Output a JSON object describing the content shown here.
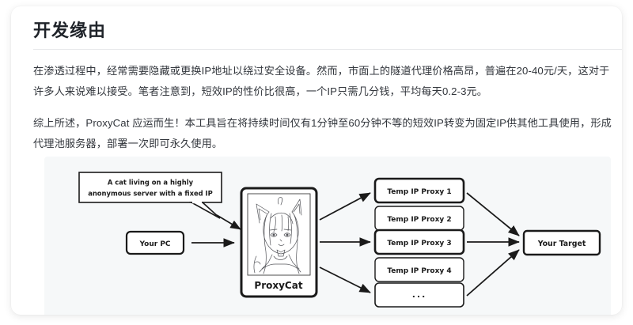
{
  "article": {
    "title": "开发缘由",
    "paragraphs": [
      "在渗透过程中，经常需要隐藏或更换IP地址以绕过安全设备。然而，市面上的隧道代理价格高昂，普遍在20-40元/天，这对于许多人来说难以接受。笔者注意到，短效IP的性价比很高，一个IP只需几分钱，平均每天0.2-3元。",
      "综上所述，ProxyCat 应运而生！本工具旨在将持续时间仅有1分钟至60分钟不等的短效IP转变为固定IP供其他工具使用，形成代理池服务器，部署一次即可永久使用。"
    ]
  },
  "diagram": {
    "speech_bubble": {
      "line1": "A cat living on a highly",
      "line2": "anonymous server with a fixed IP"
    },
    "client_box": "Your PC",
    "center_box": {
      "label": "ProxyCat",
      "illustration": "catgirl-line-art"
    },
    "proxy_boxes": [
      {
        "label": "Temp IP Proxy 1",
        "active": true
      },
      {
        "label": "Temp IP Proxy 2",
        "active": false
      },
      {
        "label": "Temp IP Proxy 3",
        "active": true
      },
      {
        "label": "Temp IP Proxy 4",
        "active": false
      },
      {
        "label": "...",
        "active": false
      }
    ],
    "target_box": "Your Target"
  },
  "colors": {
    "card_bg": "#ffffff",
    "panel_bg": "#f6f8f9",
    "title_text": "#1f2329",
    "body_text": "#32363c",
    "divider": "#e8eaec",
    "stroke": "#1a1a1a"
  }
}
